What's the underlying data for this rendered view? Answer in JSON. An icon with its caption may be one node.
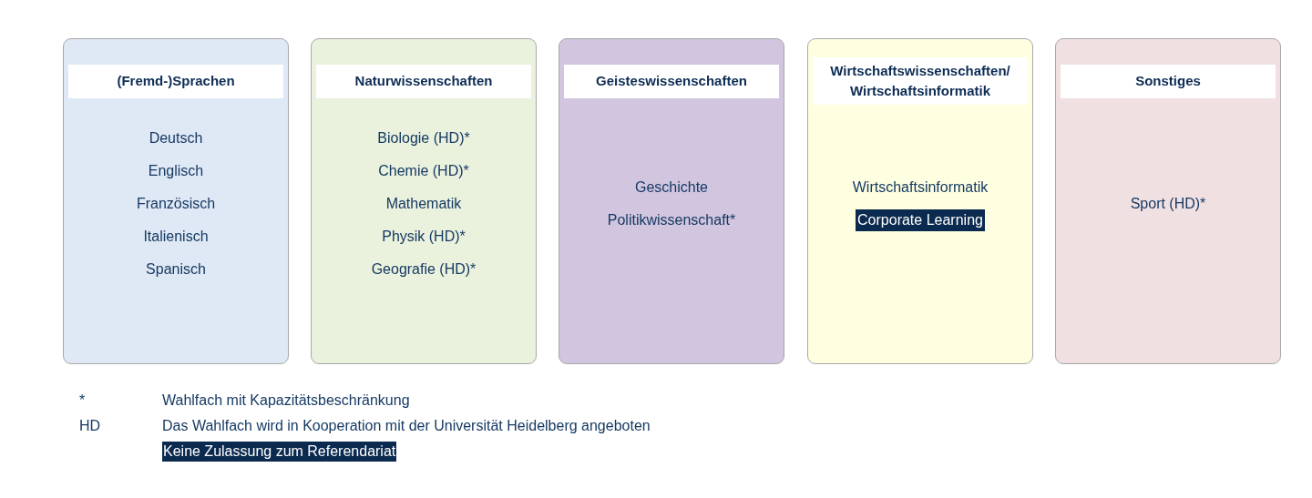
{
  "diagram": {
    "nodes": [
      {
        "text": [
          "(Fremd-)Sprachen",
          "Deutsch",
          "Englisch",
          "Französisch",
          "Italienisch",
          "Spanisch"
        ]
      },
      {
        "text": [
          "Naturwissenschaften",
          "Biologie (HD)*",
          "Chemie (HD)*",
          "Mathematik",
          "Physik (HD)*",
          "Geografie (HD)*"
        ]
      },
      {
        "text": [
          "Geisteswissenschaften",
          "Geschichte",
          "Politikwissenschaft*"
        ]
      },
      {
        "text": [
          "Wirtschaftswissenschaften/ Wirtschaftsinformatik",
          "Wirtschaftsinformatik"
        ]
      },
      {
        "text": [
          "Corporate Learning"
        ],
        "in": 3
      },
      {
        "text": [
          "Sonstiges",
          "Sport (HD)*"
        ]
      }
    ],
    "labels": [
      "*",
      "Wahlfach mit Kapazitätsbeschränkung",
      "HD",
      "Das Wahlfach wird in Kooperation mit der Universität Heidelberg angeboten"
    ],
    "legend": [
      {
        "text": "Keine Zulassung zum Referendariat",
        "color": "#0b2a4f"
      }
    ]
  }
}
